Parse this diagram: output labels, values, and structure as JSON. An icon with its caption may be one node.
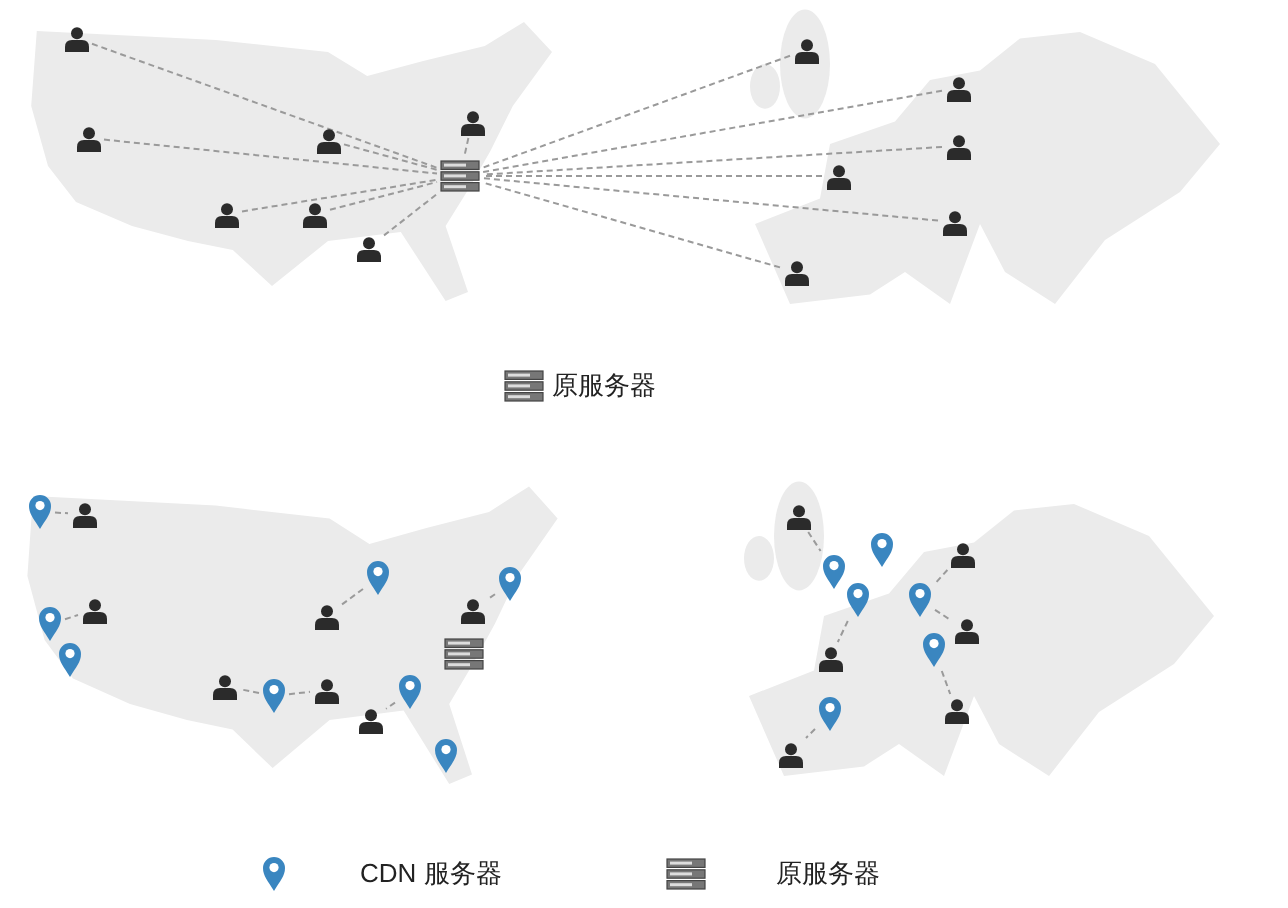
{
  "diagram": {
    "nodes": [
      {
        "text": [],
        "shape": "server"
      },
      {
        "text": [],
        "shape": "person"
      },
      {
        "text": [],
        "shape": "person"
      },
      {
        "text": [],
        "shape": "person"
      },
      {
        "text": [],
        "shape": "person"
      },
      {
        "text": [],
        "shape": "person"
      },
      {
        "text": [],
        "shape": "person"
      },
      {
        "text": [],
        "shape": "person"
      },
      {
        "text": [],
        "shape": "person"
      },
      {
        "text": [],
        "shape": "person"
      },
      {
        "text": [],
        "shape": "person"
      },
      {
        "text": [],
        "shape": "person"
      },
      {
        "text": [],
        "shape": "person"
      },
      {
        "text": [],
        "shape": "person"
      },
      {
        "text": [],
        "shape": "pin"
      },
      {
        "text": [],
        "shape": "person"
      },
      {
        "text": [],
        "shape": "pin"
      },
      {
        "text": [],
        "shape": "person"
      },
      {
        "text": [],
        "shape": "pin"
      },
      {
        "text": [],
        "shape": "pin"
      },
      {
        "text": [],
        "shape": "person"
      },
      {
        "text": [],
        "shape": "pin"
      },
      {
        "text": [],
        "shape": "person"
      },
      {
        "text": [],
        "shape": "server"
      },
      {
        "text": [],
        "shape": "person"
      },
      {
        "text": [],
        "shape": "pin"
      },
      {
        "text": [],
        "shape": "person"
      },
      {
        "text": [],
        "shape": "pin"
      },
      {
        "text": [],
        "shape": "person"
      },
      {
        "text": [],
        "shape": "pin"
      },
      {
        "text": [],
        "shape": "person"
      },
      {
        "text": [],
        "shape": "pin"
      },
      {
        "text": [],
        "shape": "pin"
      },
      {
        "text": [],
        "shape": "person"
      },
      {
        "text": [],
        "shape": "pin"
      },
      {
        "text": [],
        "shape": "person"
      },
      {
        "text": [],
        "shape": "pin"
      },
      {
        "text": [],
        "shape": "person"
      },
      {
        "text": [],
        "shape": "pin"
      },
      {
        "text": [],
        "shape": "person"
      },
      {
        "text": [],
        "shape": "pin"
      },
      {
        "text": [],
        "shape": "person"
      }
    ],
    "edges": [
      {
        "from": 1,
        "to": 0,
        "arrow": "none",
        "style": "dashed"
      },
      {
        "from": 2,
        "to": 0,
        "arrow": "none",
        "style": "dashed"
      },
      {
        "from": 3,
        "to": 0,
        "arrow": "none",
        "style": "dashed"
      },
      {
        "from": 4,
        "to": 0,
        "arrow": "none",
        "style": "dashed"
      },
      {
        "from": 5,
        "to": 0,
        "arrow": "none",
        "style": "dashed"
      },
      {
        "from": 6,
        "to": 0,
        "arrow": "none",
        "style": "dashed"
      },
      {
        "from": 7,
        "to": 0,
        "arrow": "none",
        "style": "dashed"
      },
      {
        "from": 8,
        "to": 0,
        "arrow": "none",
        "style": "dashed"
      },
      {
        "from": 9,
        "to": 0,
        "arrow": "none",
        "style": "dashed"
      },
      {
        "from": 10,
        "to": 0,
        "arrow": "none",
        "style": "dashed"
      },
      {
        "from": 11,
        "to": 0,
        "arrow": "none",
        "style": "dashed"
      },
      {
        "from": 12,
        "to": 0,
        "arrow": "none",
        "style": "dashed"
      },
      {
        "from": 13,
        "to": 0,
        "arrow": "none",
        "style": "dashed"
      },
      {
        "from": 14,
        "to": 15,
        "arrow": "none",
        "style": "dashed"
      },
      {
        "from": 16,
        "to": 17,
        "arrow": "none",
        "style": "dashed"
      },
      {
        "from": 19,
        "to": 20,
        "arrow": "none",
        "style": "dashed"
      },
      {
        "from": 21,
        "to": 22,
        "arrow": "none",
        "style": "dashed"
      },
      {
        "from": 25,
        "to": 24,
        "arrow": "none",
        "style": "dashed"
      },
      {
        "from": 25,
        "to": 26,
        "arrow": "none",
        "style": "dashed"
      },
      {
        "from": 27,
        "to": 28,
        "arrow": "none",
        "style": "dashed"
      },
      {
        "from": 30,
        "to": 31,
        "arrow": "none",
        "style": "dashed"
      },
      {
        "from": 33,
        "to": 34,
        "arrow": "none",
        "style": "dashed"
      },
      {
        "from": 34,
        "to": 35,
        "arrow": "none",
        "style": "dashed"
      },
      {
        "from": 36,
        "to": 37,
        "arrow": "none",
        "style": "dashed"
      },
      {
        "from": 38,
        "to": 39,
        "arrow": "none",
        "style": "dashed"
      },
      {
        "from": 40,
        "to": 41,
        "arrow": "none",
        "style": "dashed"
      }
    ],
    "legend": [
      {
        "text": "原服务器"
      },
      {
        "text": "CDN 服务器"
      },
      {
        "text": "原服务器"
      }
    ]
  }
}
